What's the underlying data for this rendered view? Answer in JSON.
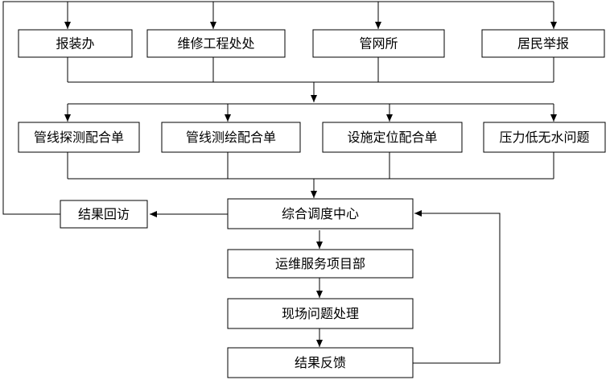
{
  "nodes": {
    "baozhuangban": "报装办",
    "weixiu": "维修工程处处",
    "guanwangsuo": "管网所",
    "jumin": "居民举报",
    "tance": "管线探测配合单",
    "cehui": "管线测绘配合单",
    "sheshi": "设施定位配合单",
    "yali": "压力低无水问题",
    "diaodu": "综合调度中心",
    "huifang": "结果回访",
    "yunwei": "运维服务项目部",
    "xianchang": "现场问题处理",
    "fankui": "结果反馈"
  }
}
